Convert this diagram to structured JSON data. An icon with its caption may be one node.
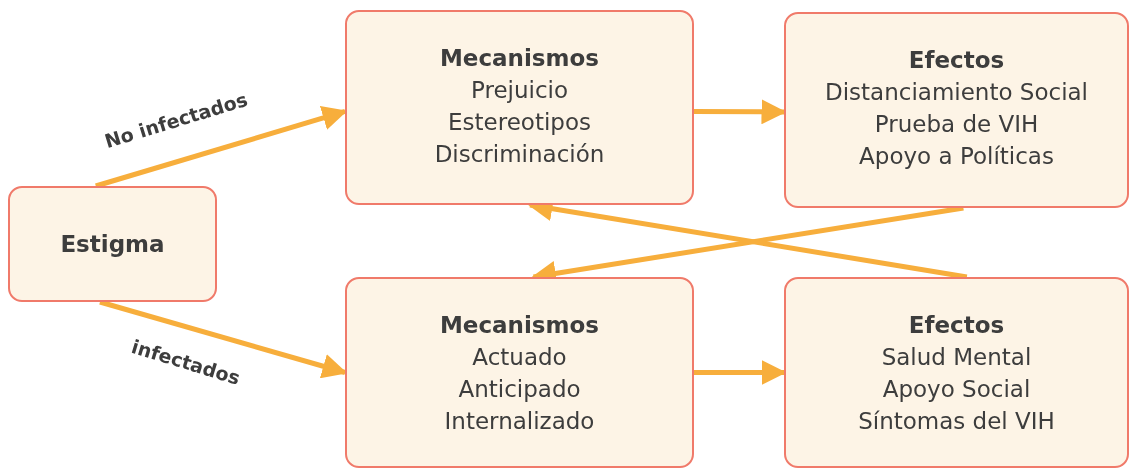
{
  "diagram": {
    "nodes": [
      {
        "text": [
          "Estigma"
        ]
      },
      {
        "text": [
          "Mecanismos",
          "Prejuicio",
          "Estereotipos",
          "Discriminación"
        ]
      },
      {
        "text": [
          "Efectos",
          "Distanciamiento Social",
          "Prueba de VIH",
          "Apoyo a Políticas"
        ]
      },
      {
        "text": [
          "Mecanismos",
          "Actuado",
          "Anticipado",
          "Internalizado"
        ]
      },
      {
        "text": [
          "Efectos",
          "Salud Mental",
          "Apoyo Social",
          "Síntomas del VIH"
        ]
      }
    ],
    "edges": [
      {
        "from": 0,
        "to": 1,
        "arrow": "to",
        "label": "No infectados"
      },
      {
        "from": 0,
        "to": 3,
        "arrow": "to",
        "label": "infectados"
      },
      {
        "from": 1,
        "to": 2,
        "arrow": "to"
      },
      {
        "from": 3,
        "to": 4,
        "arrow": "to"
      },
      {
        "from": 2,
        "to": 3,
        "arrow": "to"
      },
      {
        "from": 4,
        "to": 1,
        "arrow": "to"
      }
    ]
  }
}
